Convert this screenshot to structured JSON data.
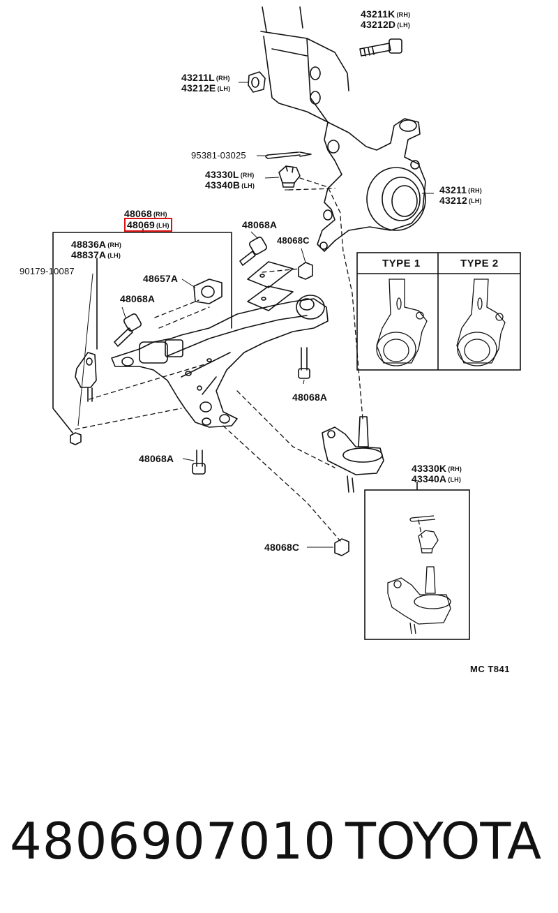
{
  "labels": {
    "bolt_top": {
      "part": "43211K",
      "side": "(RH)",
      "part2": "43212D",
      "side2": "(LH)"
    },
    "nut_top": {
      "part": "43211L",
      "side": "(RH)",
      "part2": "43212E",
      "side2": "(LH)"
    },
    "cotter_pin": "95381-03025",
    "castle_nut": {
      "part": "43330L",
      "side": "(RH)",
      "part2": "43340B",
      "side2": "(LH)"
    },
    "knuckle": {
      "part": "43211",
      "side": "(RH)",
      "part2": "43212",
      "side2": "(LH)"
    },
    "arm_assy": {
      "part": "48068",
      "side": "(RH)",
      "part2": "48069",
      "side2": "(LH)"
    },
    "bracket": {
      "part": "48836A",
      "side": "(RH)",
      "part2": "48837A",
      "side2": "(LH)"
    },
    "nut_90179": "90179-10087",
    "bushing": "48657A",
    "bolt_48068A_1": "48068A",
    "bolt_48068A_2": "48068A",
    "bolt_48068A_3": "48068A",
    "bolt_48068A_4": "48068A",
    "nut_48068C_1": "48068C",
    "nut_48068C_2": "48068C",
    "ball_joint": {
      "part": "43330K",
      "side": "(RH)",
      "part2": "43340A",
      "side2": "(LH)"
    }
  },
  "type_box": {
    "type1": "TYPE  1",
    "type2": "TYPE  2"
  },
  "diagram_code": "MC  T841",
  "footer": {
    "part_number": "4806907010",
    "brand": "TOYOTA"
  },
  "colors": {
    "highlight": "#dd1111",
    "line": "#111111"
  }
}
